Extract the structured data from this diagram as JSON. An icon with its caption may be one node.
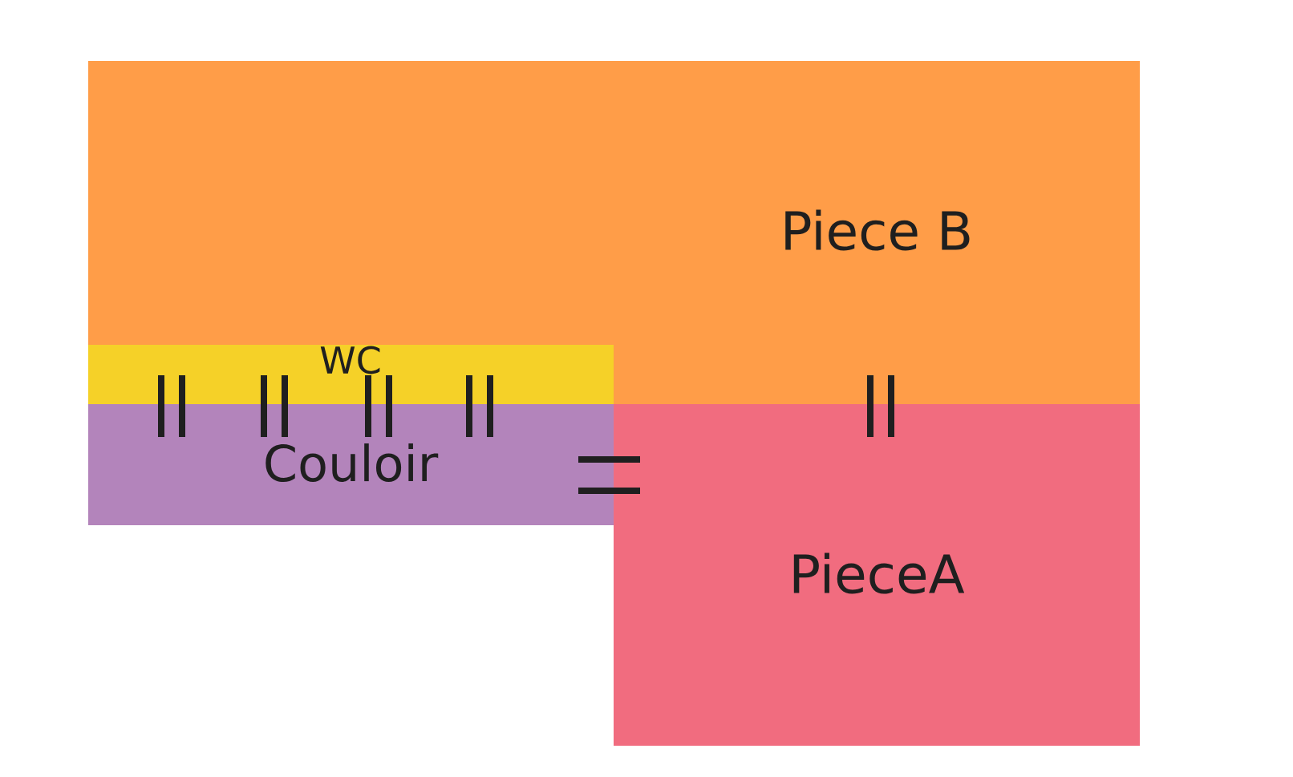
{
  "diagram": {
    "nodes": [
      {
        "text": [
          "Piece B"
        ]
      },
      {
        "text": [
          "WC"
        ],
        "in": 0
      },
      {
        "text": [
          "Couloir"
        ]
      },
      {
        "text": [
          "PieceA"
        ]
      }
    ]
  }
}
